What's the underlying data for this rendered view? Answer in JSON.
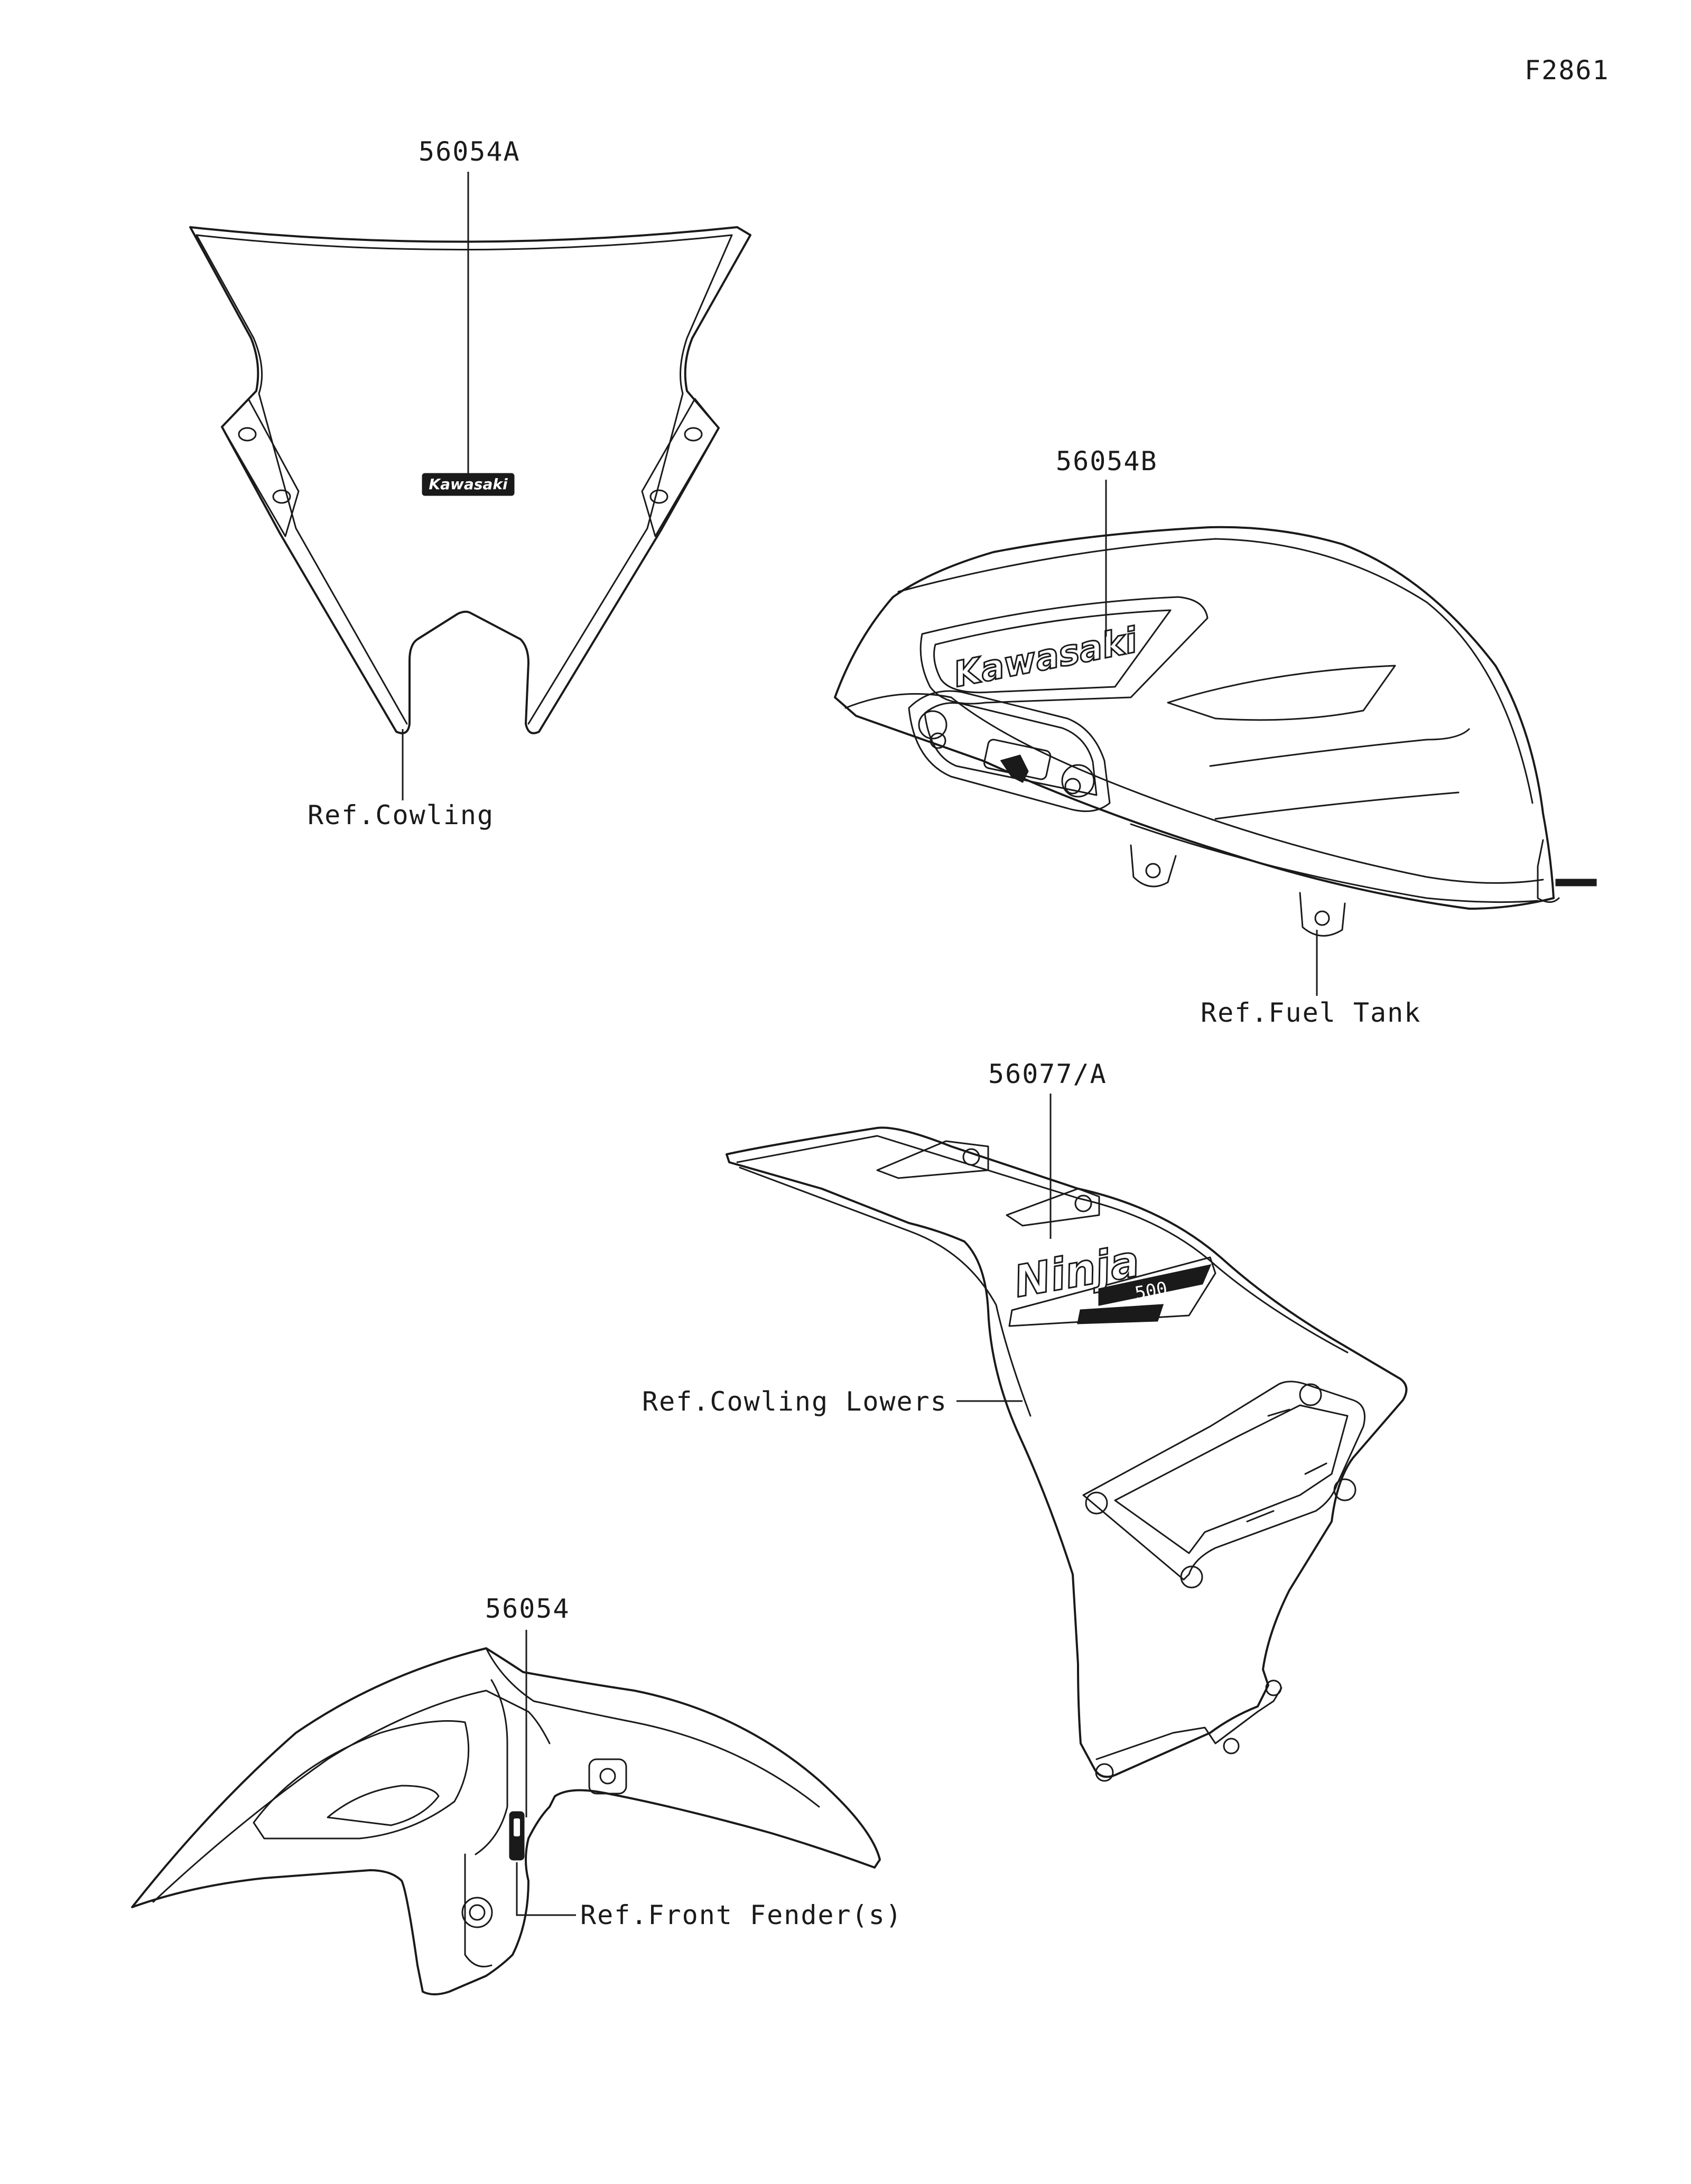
{
  "figure_code": "F2861",
  "callouts": {
    "windshield_part": "56054A",
    "windshield_ref": "Ref.Cowling",
    "tank_part": "56054B",
    "tank_ref": "Ref.Fuel Tank",
    "lower_part": "56077/A",
    "lower_ref": "Ref.Cowling Lowers",
    "fender_part": "56054",
    "fender_ref": "Ref.Front Fender(s)"
  },
  "decals": {
    "windshield_logo": "Kawasaki",
    "tank_logo": "Kawasaki",
    "ninja_logo": "Ninja",
    "ninja_model": "500"
  },
  "colors": {
    "ink": "#1a1a1a",
    "paper": "#ffffff"
  }
}
